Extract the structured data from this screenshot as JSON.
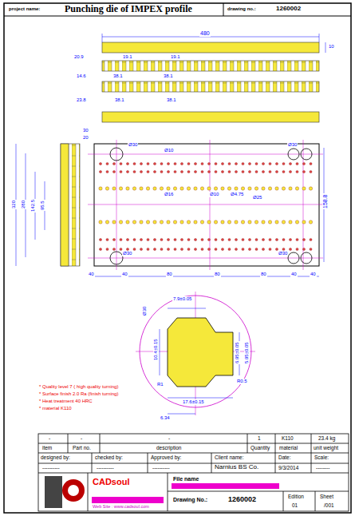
{
  "diagram": {
    "title": "Punching die of IMPEX profile",
    "labels": [
      "project name:",
      "drawing no.:",
      "1260002",
      "480",
      "10",
      "20.9",
      "19.1",
      "19.1",
      "14.6",
      "38.1",
      "38.1",
      "23.8",
      "38.1",
      "38.1",
      "30",
      "20",
      "320",
      "280",
      "142.5",
      "95.5",
      "158.8",
      "40",
      "40",
      "80",
      "80",
      "80",
      "40",
      "40",
      "Ø30",
      "Ø10",
      "Ø16",
      "Ø10",
      "Ø4.75",
      "Ø25",
      "Ø30",
      "Ø30",
      "Ø30",
      "7.9±0.05",
      "Ø30",
      "10.4±0.15",
      "6.95±0.05",
      "5.95±0.05",
      "R0.5",
      "R1",
      "17.6±0.15",
      "6.34",
      "* Quality level 7 ( high quality turning)",
      "* Surface finish 2.0 Ra (finish turning)",
      "* Heat treatment 40 HRC",
      "* material K110",
      "-",
      "-",
      "-",
      "1",
      "K110",
      "23.4 kg",
      "item",
      "Part no.",
      "description",
      "Quantity",
      "material",
      "unit weight",
      "designed by:",
      "checked by:",
      "Approved by:",
      "Client name:",
      "Date:",
      "Scale:",
      "----------",
      "----------",
      "----------",
      "Narnius BS Co.",
      "9/3/2014",
      "--------",
      "CADsoul",
      "Web Site : www.cadsoul.com",
      "File name",
      "Drawing No.:",
      "1260002",
      "Edition",
      "01",
      "Sheet",
      "/001"
    ]
  }
}
